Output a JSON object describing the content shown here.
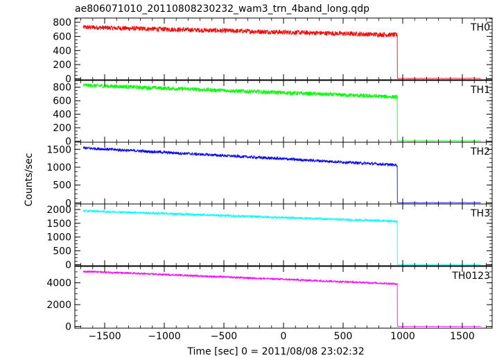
{
  "chart_data": {
    "type": "line",
    "title": "ae806071010_20110808230232_wam3_trn_4band_long.qdp",
    "xlabel": "Time [sec] 0 = 2011/08/08 23:02:32",
    "ylabel": "Counts/sec",
    "xlim": [
      -1750,
      1750
    ],
    "xticks": [
      -1500,
      -1000,
      -500,
      0,
      500,
      1000,
      1500
    ],
    "xtick_labels": [
      "−1500",
      "−1000",
      "−500",
      "0",
      "500",
      "1000",
      "1500"
    ],
    "grid": false,
    "panels": [
      {
        "name": "TH0",
        "color": "#ff0000",
        "ylim": [
          -15,
          860
        ],
        "yticks": [
          0,
          200,
          400,
          600,
          800
        ],
        "ytick_labels": [
          "0",
          "200",
          "400",
          "600",
          "800"
        ],
        "start": -1680,
        "drop": 955,
        "end": 1660,
        "y_start": 730,
        "y_end": 620,
        "noise": 34,
        "y_after": 5
      },
      {
        "name": "TH1",
        "color": "#00ff00",
        "ylim": [
          -15,
          900
        ],
        "yticks": [
          0,
          200,
          400,
          600,
          800
        ],
        "ytick_labels": [
          "0",
          "200",
          "400",
          "600",
          "800"
        ],
        "start": -1680,
        "drop": 955,
        "end": 1660,
        "y_start": 830,
        "y_end": 655,
        "noise": 30,
        "y_after": 5
      },
      {
        "name": "TH2",
        "color": "#0000ff",
        "ylim": [
          -30,
          1700
        ],
        "yticks": [
          0,
          500,
          1000,
          1500
        ],
        "ytick_labels": [
          "0",
          "500",
          "1000",
          "1500"
        ],
        "start": -1680,
        "drop": 955,
        "end": 1660,
        "y_start": 1540,
        "y_end": 1060,
        "noise": 40,
        "y_after": 5
      },
      {
        "name": "TH3",
        "color": "#00ffff",
        "ylim": [
          -40,
          2200
        ],
        "yticks": [
          0,
          500,
          1000,
          1500,
          2000
        ],
        "ytick_labels": [
          "0",
          "500",
          "1000",
          "1500",
          "2000"
        ],
        "start": -1680,
        "drop": 955,
        "end": 1660,
        "y_start": 1950,
        "y_end": 1570,
        "noise": 40,
        "y_after": 5
      },
      {
        "name": "TH0123",
        "color": "#ff00ff",
        "ylim": [
          -150,
          5500
        ],
        "yticks": [
          0,
          2000,
          4000
        ],
        "ytick_labels": [
          "0",
          "2000",
          "4000"
        ],
        "start": -1680,
        "drop": 955,
        "end": 1660,
        "y_start": 5050,
        "y_end": 3900,
        "noise": 80,
        "y_after": 20
      }
    ]
  }
}
